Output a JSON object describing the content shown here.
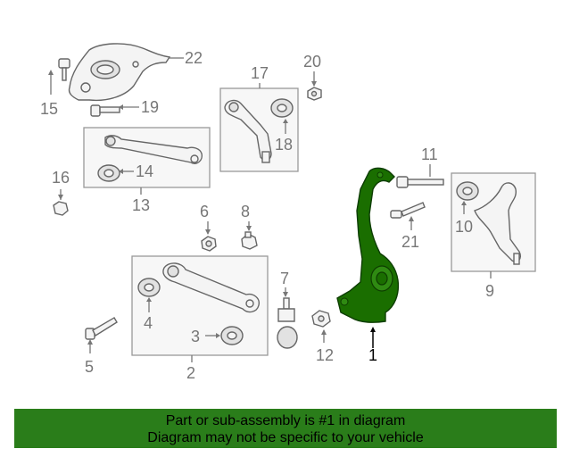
{
  "callouts": {
    "n1": "1",
    "n2": "2",
    "n3": "3",
    "n4": "4",
    "n5": "5",
    "n6": "6",
    "n7": "7",
    "n8": "8",
    "n9": "9",
    "n10": "10",
    "n11": "11",
    "n12": "12",
    "n13": "13",
    "n14": "14",
    "n15": "15",
    "n16": "16",
    "n17": "17",
    "n18": "18",
    "n19": "19",
    "n20": "20",
    "n21": "21",
    "n22": "22"
  },
  "highlight_color": "#1a6e00",
  "banner": {
    "line1": "Part or sub-assembly is #1 in diagram",
    "line2": "Diagram may not be specific to your vehicle",
    "background": "#2a7d1a"
  }
}
